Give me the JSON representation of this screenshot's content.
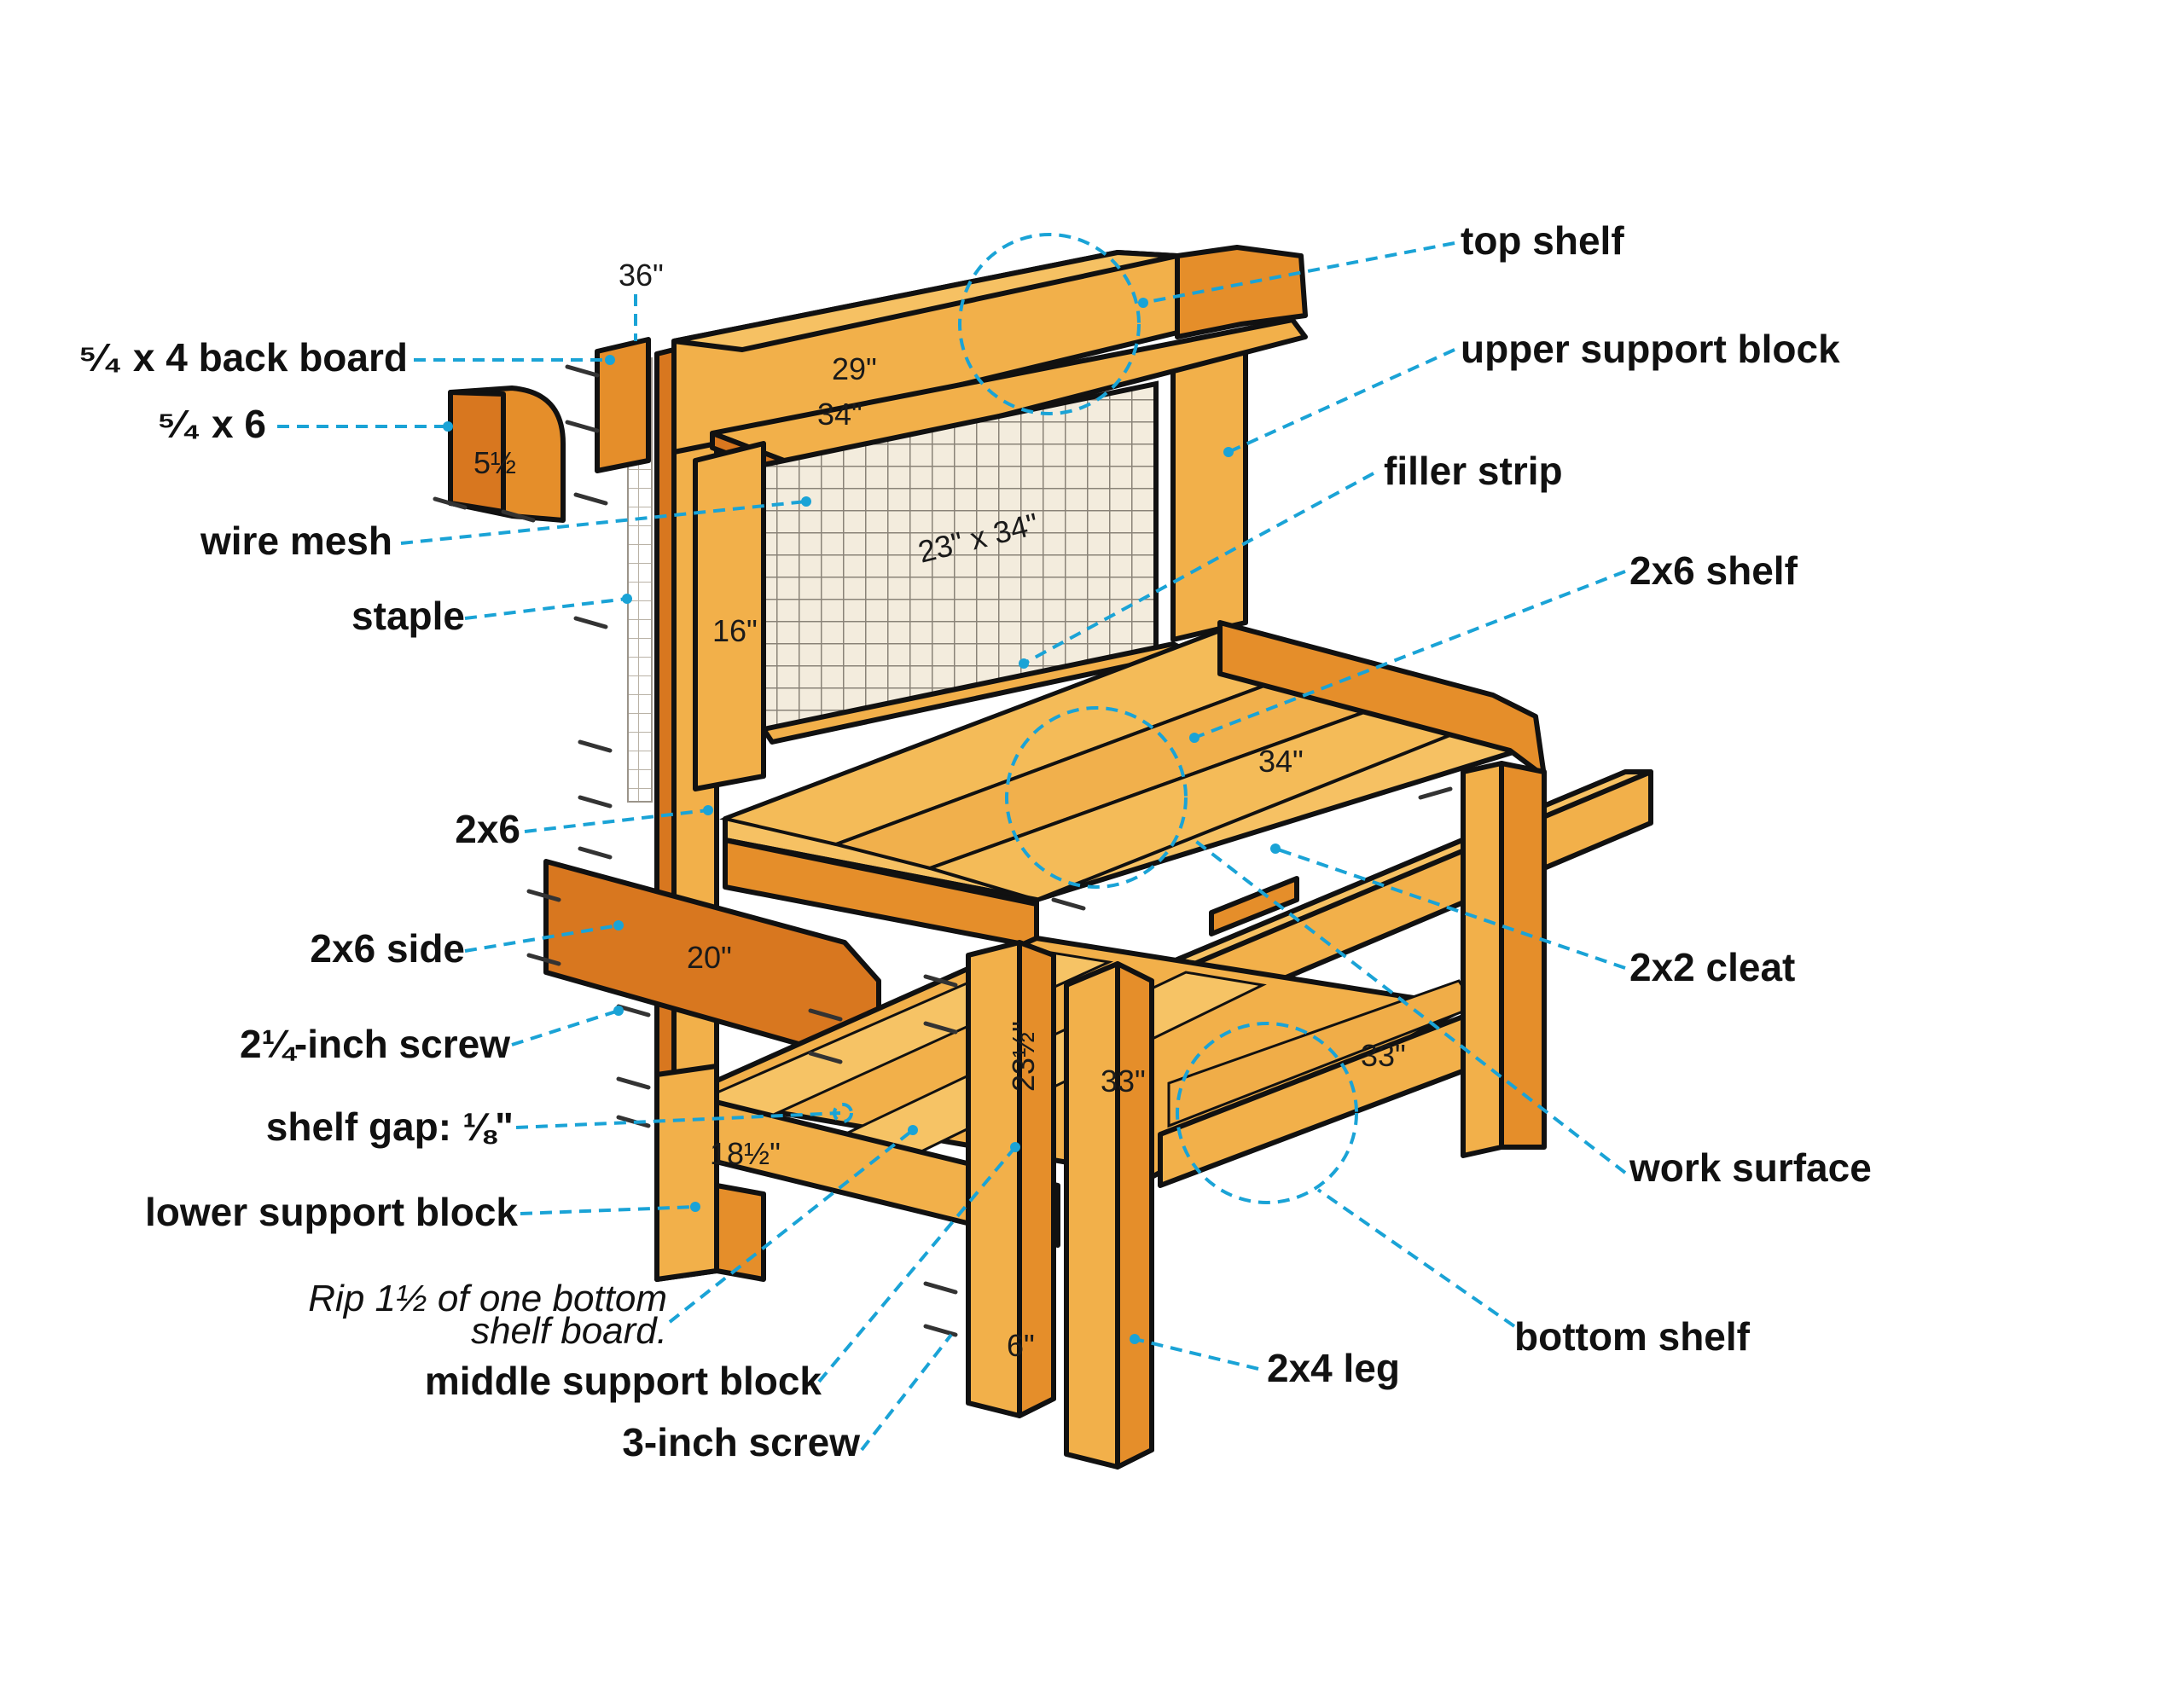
{
  "labels": {
    "top_shelf": "top shelf",
    "upper_support_block": "upper support block",
    "filler_strip": "filler strip",
    "shelf_2x6": "2x6 shelf",
    "cleat_2x2": "2x2 cleat",
    "work_surface": "work surface",
    "bottom_shelf": "bottom shelf",
    "leg_2x4": "2x4 leg",
    "back_board": "⁵⁄₄ x 4 back board",
    "board_5_4x6": "⁵⁄₄ x 6",
    "wire_mesh": "wire mesh",
    "staple": "staple",
    "label_2x6": "2x6",
    "side_2x6": "2x6 side",
    "screw_2_25": "2¼-inch screw",
    "shelf_gap": "shelf gap: ⅛\"",
    "lower_support_block": "lower support block",
    "rip_line1": "Rip 1½ of one bottom",
    "rip_line2": "shelf board.",
    "middle_support_block": "middle support block",
    "screw_3": "3-inch screw"
  },
  "dimensions": {
    "d36": "36\"",
    "d29": "29\"",
    "d34_top": "34\"",
    "d5_5": "5½",
    "d23x34": "23\" x 34\"",
    "d16": "16\"",
    "d34_work": "34\"",
    "d20": "20\"",
    "d23_5": "23½\"",
    "d33_leg": "33\"",
    "d33_shelf": "33\"",
    "d18_5": "18½\"",
    "d6": "6\""
  },
  "colors": {
    "leader": "#1aa3d6",
    "wood_light": "#f2b04a",
    "wood_mid": "#e58e2a",
    "wood_dark": "#d8771f",
    "outline": "#111111"
  }
}
